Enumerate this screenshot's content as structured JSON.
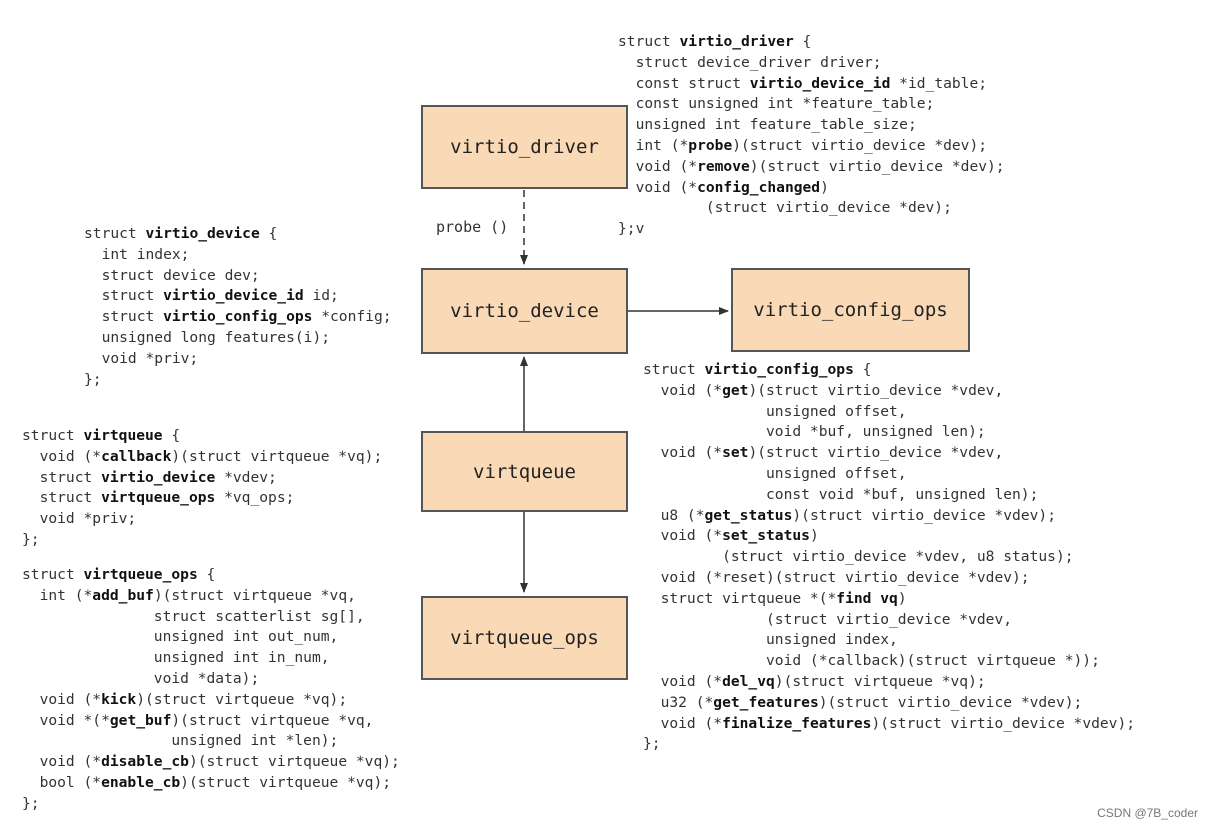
{
  "boxes": {
    "virtio_driver": "virtio_driver",
    "virtio_device": "virtio_device",
    "virtio_config_ops": "virtio_config_ops",
    "virtqueue": "virtqueue",
    "virtqueue_ops": "virtqueue_ops"
  },
  "edge_labels": {
    "probe": "probe ()"
  },
  "code_blocks": {
    "virtio_driver": [
      [
        {
          "t": "struct "
        },
        {
          "t": "virtio_driver",
          "b": true
        },
        {
          "t": " {"
        }
      ],
      [
        {
          "t": "  struct device_driver driver;"
        }
      ],
      [
        {
          "t": "  const struct "
        },
        {
          "t": "virtio_device_id",
          "b": true
        },
        {
          "t": " *id_table;"
        }
      ],
      [
        {
          "t": "  const unsigned int *feature_table;"
        }
      ],
      [
        {
          "t": "  unsigned int feature_table_size;"
        }
      ],
      [
        {
          "t": "  int (*"
        },
        {
          "t": "probe",
          "b": true
        },
        {
          "t": ")(struct virtio_device *dev);"
        }
      ],
      [
        {
          "t": "  void (*"
        },
        {
          "t": "remove",
          "b": true
        },
        {
          "t": ")(struct virtio_device *dev);"
        }
      ],
      [
        {
          "t": "  void (*"
        },
        {
          "t": "config_changed",
          "b": true
        },
        {
          "t": ")"
        }
      ],
      [
        {
          "t": "          (struct virtio_device *dev);"
        }
      ],
      [
        {
          "t": "};v"
        }
      ]
    ],
    "virtio_device": [
      [
        {
          "t": "struct "
        },
        {
          "t": "virtio_device",
          "b": true
        },
        {
          "t": " {"
        }
      ],
      [
        {
          "t": "  int index;"
        }
      ],
      [
        {
          "t": "  struct device dev;"
        }
      ],
      [
        {
          "t": "  struct "
        },
        {
          "t": "virtio_device_id",
          "b": true
        },
        {
          "t": " id;"
        }
      ],
      [
        {
          "t": "  struct "
        },
        {
          "t": "virtio_config_ops",
          "b": true
        },
        {
          "t": " *config;"
        }
      ],
      [
        {
          "t": "  unsigned long features(i);"
        }
      ],
      [
        {
          "t": "  void *priv;"
        }
      ],
      [
        {
          "t": "};"
        }
      ]
    ],
    "virtqueue": [
      [
        {
          "t": "struct "
        },
        {
          "t": "virtqueue",
          "b": true
        },
        {
          "t": " {"
        }
      ],
      [
        {
          "t": "  void (*"
        },
        {
          "t": "callback",
          "b": true
        },
        {
          "t": ")(struct virtqueue *vq);"
        }
      ],
      [
        {
          "t": "  struct "
        },
        {
          "t": "virtio_device",
          "b": true
        },
        {
          "t": " *vdev;"
        }
      ],
      [
        {
          "t": "  struct "
        },
        {
          "t": "virtqueue_ops",
          "b": true
        },
        {
          "t": " *vq_ops;"
        }
      ],
      [
        {
          "t": "  void *priv;"
        }
      ],
      [
        {
          "t": "};"
        }
      ]
    ],
    "virtqueue_ops": [
      [
        {
          "t": "struct "
        },
        {
          "t": "virtqueue_ops",
          "b": true
        },
        {
          "t": " {"
        }
      ],
      [
        {
          "t": "  int (*"
        },
        {
          "t": "add_buf",
          "b": true
        },
        {
          "t": ")(struct virtqueue *vq,"
        }
      ],
      [
        {
          "t": "               struct scatterlist sg[],"
        }
      ],
      [
        {
          "t": "               unsigned int out_num,"
        }
      ],
      [
        {
          "t": "               unsigned int in_num,"
        }
      ],
      [
        {
          "t": "               void *data);"
        }
      ],
      [
        {
          "t": "  void (*"
        },
        {
          "t": "kick",
          "b": true
        },
        {
          "t": ")(struct virtqueue *vq);"
        }
      ],
      [
        {
          "t": "  void *(*"
        },
        {
          "t": "get_buf",
          "b": true
        },
        {
          "t": ")(struct virtqueue *vq,"
        }
      ],
      [
        {
          "t": "                 unsigned int *len);"
        }
      ],
      [
        {
          "t": "  void (*"
        },
        {
          "t": "disable_cb",
          "b": true
        },
        {
          "t": ")(struct virtqueue *vq);"
        }
      ],
      [
        {
          "t": "  bool (*"
        },
        {
          "t": "enable_cb",
          "b": true
        },
        {
          "t": ")(struct virtqueue *vq);"
        }
      ],
      [
        {
          "t": "};"
        }
      ]
    ],
    "virtio_config_ops": [
      [
        {
          "t": "struct "
        },
        {
          "t": "virtio_config_ops",
          "b": true
        },
        {
          "t": " {"
        }
      ],
      [
        {
          "t": "  void (*"
        },
        {
          "t": "get",
          "b": true
        },
        {
          "t": ")(struct virtio_device *vdev,"
        }
      ],
      [
        {
          "t": "              unsigned offset,"
        }
      ],
      [
        {
          "t": "              void *buf, unsigned len);"
        }
      ],
      [
        {
          "t": "  void (*"
        },
        {
          "t": "set",
          "b": true
        },
        {
          "t": ")(struct virtio_device *vdev,"
        }
      ],
      [
        {
          "t": "              unsigned offset,"
        }
      ],
      [
        {
          "t": "              const void *buf, unsigned len);"
        }
      ],
      [
        {
          "t": "  u8 (*"
        },
        {
          "t": "get_status",
          "b": true
        },
        {
          "t": ")(struct virtio_device *vdev);"
        }
      ],
      [
        {
          "t": "  void (*"
        },
        {
          "t": "set_status",
          "b": true
        },
        {
          "t": ")"
        }
      ],
      [
        {
          "t": "         (struct virtio_device *vdev, u8 status);"
        }
      ],
      [
        {
          "t": "  void (*reset)(struct virtio_device *vdev);"
        }
      ],
      [
        {
          "t": "  struct virtqueue *(*"
        },
        {
          "t": "find vq",
          "b": true
        },
        {
          "t": ")"
        }
      ],
      [
        {
          "t": "              (struct virtio_device *vdev,"
        }
      ],
      [
        {
          "t": "              unsigned index,"
        }
      ],
      [
        {
          "t": "              void (*callback)(struct virtqueue *));"
        }
      ],
      [
        {
          "t": "  void (*"
        },
        {
          "t": "del_vq",
          "b": true
        },
        {
          "t": ")(struct virtqueue *vq);"
        }
      ],
      [
        {
          "t": "  u32 (*"
        },
        {
          "t": "get_features",
          "b": true
        },
        {
          "t": ")(struct virtio_device *vdev);"
        }
      ],
      [
        {
          "t": "  void (*"
        },
        {
          "t": "finalize_features",
          "b": true
        },
        {
          "t": ")(struct virtio_device *vdev);"
        }
      ],
      [
        {
          "t": "};"
        }
      ]
    ]
  },
  "watermark": "CSDN @7B_coder"
}
